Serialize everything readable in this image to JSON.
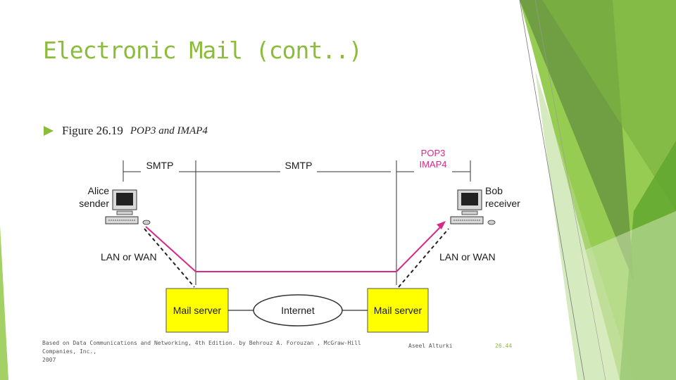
{
  "slide": {
    "title": "Electronic Mail (cont..)",
    "bullet_figure": "Figure 26.19",
    "bullet_caption": "POP3 and IMAP4"
  },
  "diagram": {
    "protocol_left": "SMTP",
    "protocol_middle": "SMTP",
    "protocol_right_line1": "POP3",
    "protocol_right_line2": "IMAP4",
    "sender_line1": "Alice",
    "sender_line2": "sender",
    "receiver_line1": "Bob",
    "receiver_line2": "receiver",
    "net_left": "LAN or WAN",
    "net_right": "LAN or WAN",
    "server_left": "Mail server",
    "server_right": "Mail server",
    "internet": "Internet"
  },
  "footer": {
    "source_line1": "Based on Data Communications and Networking, 4th Edition. by Behrouz A. Forouzan , McGraw-Hill Companies, Inc.,",
    "source_line2": "2007",
    "author": "Aseel Alturki",
    "page_number": "26.44"
  },
  "colors": {
    "accent": "#8cbd3a",
    "path_magenta": "#d62a87",
    "server_yellow": "#ffff00"
  }
}
